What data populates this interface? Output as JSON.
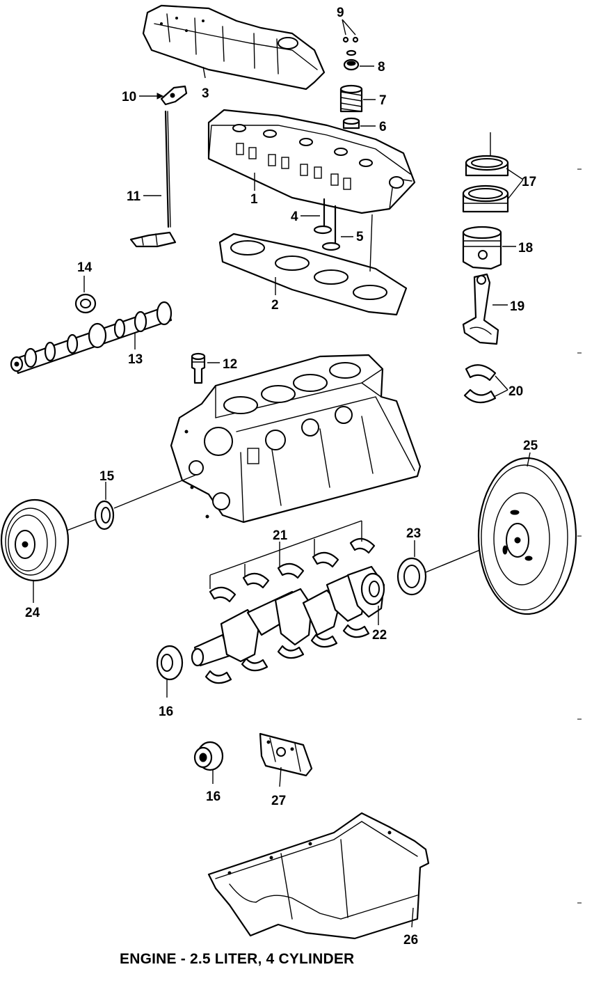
{
  "caption": "ENGINE - 2.5 LITER, 4 CYLINDER",
  "callouts": {
    "c1": "1",
    "c2": "2",
    "c3": "3",
    "c4": "4",
    "c5": "5",
    "c6": "6",
    "c7": "7",
    "c8": "8",
    "c9": "9",
    "c10": "10",
    "c11": "11",
    "c12": "12",
    "c13": "13",
    "c14": "14",
    "c15": "15",
    "c16a": "16",
    "c16b": "16",
    "c17": "17",
    "c18": "18",
    "c19": "19",
    "c20": "20",
    "c21": "21",
    "c22": "22",
    "c23": "23",
    "c24": "24",
    "c25": "25",
    "c26": "26",
    "c27": "27"
  }
}
